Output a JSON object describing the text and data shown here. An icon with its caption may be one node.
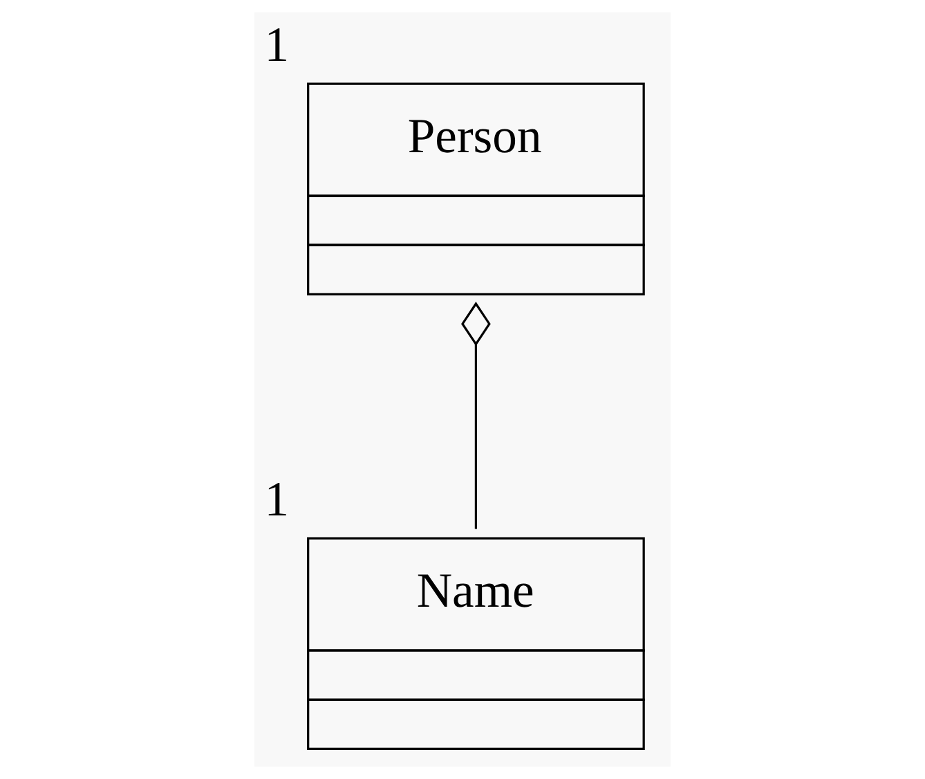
{
  "diagram": {
    "nodes": [
      {
        "text": [
          "Person"
        ],
        "beside": [
          "1"
        ]
      },
      {
        "text": [
          "Name"
        ],
        "beside": [
          "1"
        ]
      }
    ],
    "edges": [
      {
        "from": 0,
        "to": 1,
        "arrow": "other"
      }
    ]
  }
}
